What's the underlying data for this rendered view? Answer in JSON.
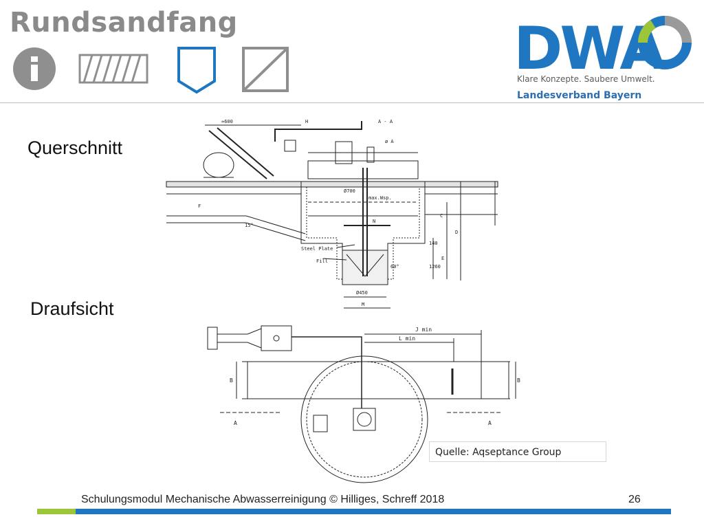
{
  "slide": {
    "title": "Rundsandfang",
    "section_cross": "Querschnitt",
    "section_top": "Draufsicht",
    "source": "Quelle: Aqseptance Group",
    "footer": "Schulungsmodul Mechanische Abwasserreinigung © Hilliges, Schreff  2018",
    "page_number": "26"
  },
  "logo": {
    "text": "DWA",
    "tagline": "Klare Konzepte. Saubere Umwelt.",
    "subtitle": "Landesverband Bayern",
    "colors": {
      "primary": "#1f77c2",
      "accent": "#9cc53a",
      "grey": "#9a9a9a"
    }
  },
  "icons": [
    "info-icon",
    "hatch-icon",
    "shield-icon",
    "diagonal-square-icon"
  ],
  "cross_section_labels": {
    "dim_600": "≈600",
    "dim_h": "H",
    "section_aa": "A - A",
    "dia_a": "ø A",
    "dia_700": "Ø700",
    "max_wsp": "max.Wsp.",
    "n": "N",
    "f": "F",
    "c": "C",
    "d": "D",
    "e": "E",
    "dim_15": "15°",
    "dim_140": "140",
    "dim_1260": "1260",
    "steel_plate": "Steel Plate",
    "fill": "Fill",
    "angle": "60°",
    "dia_450": "Ø450",
    "m": "M"
  },
  "plan_labels": {
    "j_min": "J min",
    "l_min": "L min",
    "b": "B",
    "a": "A"
  }
}
